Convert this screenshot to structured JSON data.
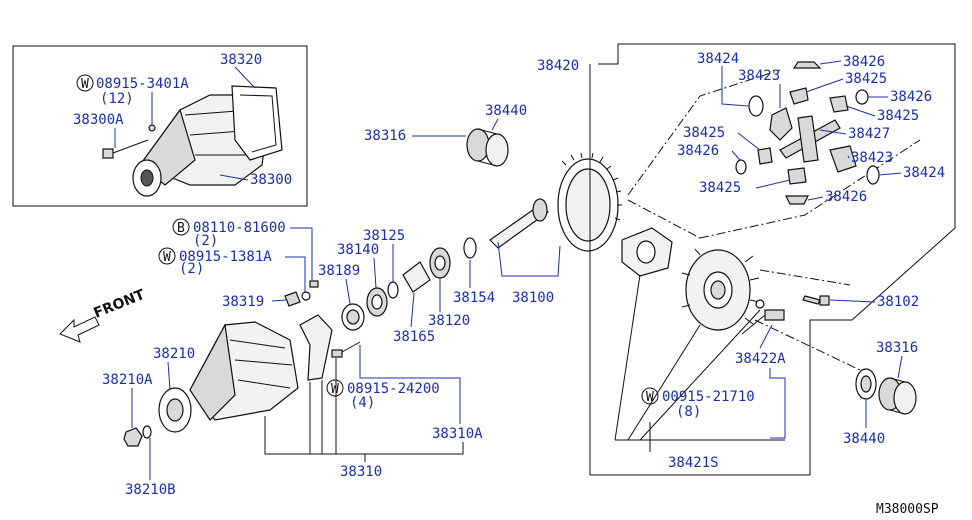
{
  "diagram_id": "M38000SP",
  "front_label": "FRONT",
  "colors": {
    "label": "#1a2fb0",
    "line": "#111111"
  },
  "parts": {
    "p38320": "38320",
    "w08915_3401A": "08915-3401A",
    "q12": "(12)",
    "p38300A": "38300A",
    "p38300": "38300",
    "b08110_81600": "08110-81600",
    "q2a": "(2)",
    "w08915_1381A": "08915-1381A",
    "q2b": "(2)",
    "p38319": "38319",
    "p38189": "38189",
    "p38140": "38140",
    "p38125": "38125",
    "p38165": "38165",
    "p38120": "38120",
    "p38154": "38154",
    "p38100": "38100",
    "p38316a": "38316",
    "p38440a": "38440",
    "p38420": "38420",
    "p38424a": "38424",
    "p38426a": "38426",
    "p38423a": "38423",
    "p38425a": "38425",
    "p38426b": "38426",
    "p38425b": "38425",
    "p38425c": "38425",
    "p38427": "38427",
    "p38426c": "38426",
    "p38423b": "38423",
    "p38424b": "38424",
    "p38425d": "38425",
    "p38426d": "38426",
    "p38102": "38102",
    "p38316b": "38316",
    "p38422A": "38422A",
    "w00915_21710": "00915-21710",
    "q8": "(8)",
    "p38421S": "38421S",
    "p38440b": "38440",
    "p38210": "38210",
    "p38210A": "38210A",
    "p38210B": "38210B",
    "w08915_24200": "08915-24200",
    "q4": "(4)",
    "p38310A": "38310A",
    "p38310": "38310"
  },
  "markers": {
    "W": "W",
    "B": "B"
  }
}
